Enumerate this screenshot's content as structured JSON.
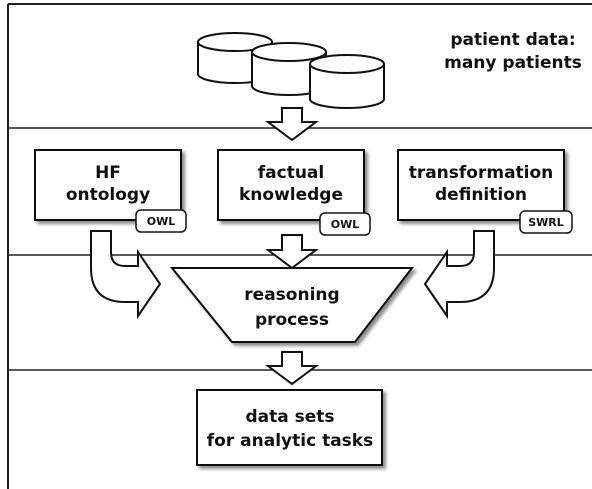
{
  "patient_data": {
    "line1": "patient data:",
    "line2": "many patients"
  },
  "inputs": {
    "hf_ontology": {
      "line1": "HF",
      "line2": "ontology",
      "tag": "OWL"
    },
    "factual_knowledge": {
      "line1": "factual",
      "line2": "knowledge",
      "tag": "OWL"
    },
    "transformation_definition": {
      "line1": "transformation",
      "line2": "definition",
      "tag": "SWRL"
    }
  },
  "reasoning": {
    "line1": "reasoning",
    "line2": "process"
  },
  "output": {
    "line1": "data sets",
    "line2": "for analytic tasks"
  }
}
